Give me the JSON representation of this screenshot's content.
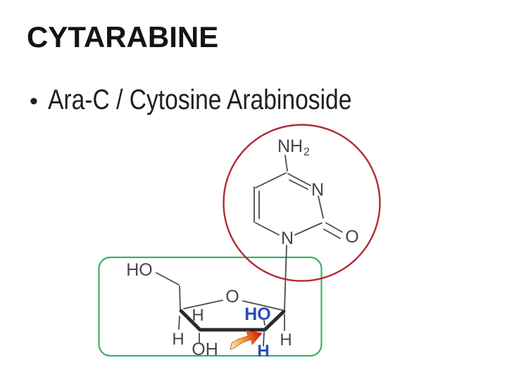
{
  "slide": {
    "title": "CYTARABINE",
    "bullet": {
      "marker": "•",
      "text": "Ara-C / Cytosine Arabinoside"
    }
  },
  "figure": {
    "molecule": "cytarabine structure",
    "colors": {
      "bond": "#4a4a4f",
      "wedge": "#2b2b2f",
      "label": "#45454a",
      "blue_label": "#2a4db4",
      "base_circle": "#b22a35",
      "sugar_box": "#3cb069",
      "arrow_tail": "#f3e497",
      "arrow_mid": "#f0992d",
      "arrow_head": "#dd1a07"
    },
    "labels": {
      "amine": "NH",
      "amine_sub": "2",
      "ring_n_top": "N",
      "ring_n_bottom": "N",
      "carbonyl_o": "O",
      "sugar_ring_o": "O",
      "hydroxymethyl": "HO",
      "h_on_c3": "H",
      "h_below_c4": "H",
      "oh_below_c3": "OH",
      "ho_on_c2": "HO",
      "h_below_c2": "H",
      "h_below_c1": "H"
    }
  }
}
